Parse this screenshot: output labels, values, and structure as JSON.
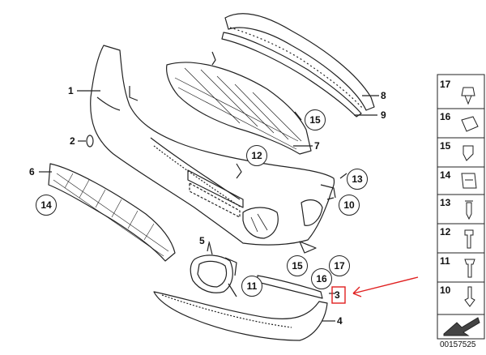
{
  "callouts": {
    "c1": "1",
    "c2": "2",
    "c3": "3",
    "c4": "4",
    "c5": "5",
    "c6": "6",
    "c7": "7",
    "c8": "8",
    "c9": "9",
    "c10": "10",
    "c11": "11",
    "c12": "12",
    "c13": "13",
    "c14": "14",
    "c15a": "15",
    "c15b": "15",
    "c16": "16",
    "c17": "17"
  },
  "sidebar": {
    "items": [
      "17",
      "16",
      "15",
      "14",
      "13",
      "12",
      "11",
      "10"
    ]
  },
  "footer": {
    "code": "00157525"
  },
  "colors": {
    "line": "#222222",
    "highlight": "#e02020"
  }
}
